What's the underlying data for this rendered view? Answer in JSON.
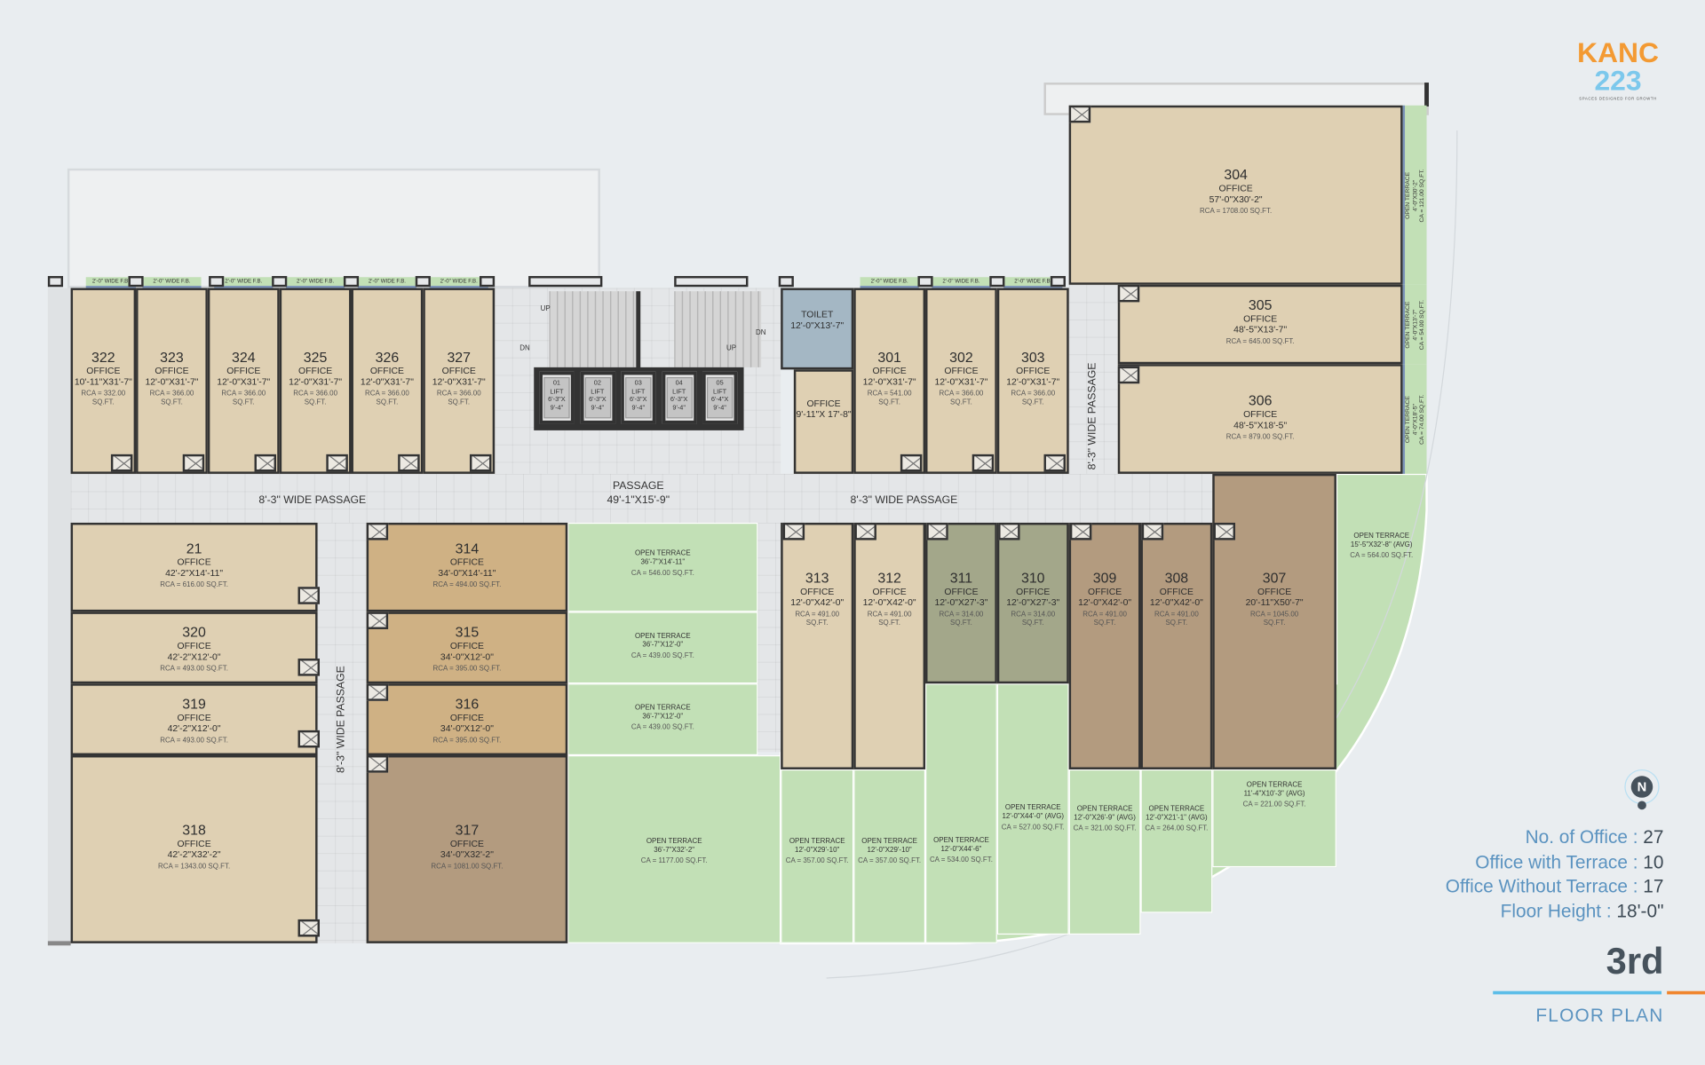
{
  "brand": {
    "name": "KANC",
    "number": "223",
    "tagline": "SPACES DESIGNED FOR GROWTH",
    "primary": "#f39a33",
    "secondary": "#7cc8ec"
  },
  "summary": [
    {
      "label": "No. of Office :",
      "value": "27"
    },
    {
      "label": "Office with Terrace :",
      "value": "10"
    },
    {
      "label": "Office Without Terrace :",
      "value": "17"
    },
    {
      "label": "Floor Height :",
      "value": "18'-0\""
    }
  ],
  "floor": {
    "name": "3rd",
    "subtitle": "FLOOR PLAN"
  },
  "north": "N",
  "rooms": [
    {
      "id": "322",
      "label": "OFFICE",
      "size": "10'-11\"X31'-7\"",
      "area": "RCA = 332.00 SQ.FT."
    },
    {
      "id": "323",
      "label": "OFFICE",
      "size": "12'-0\"X31'-7\"",
      "area": "RCA = 366.00 SQ.FT."
    },
    {
      "id": "324",
      "label": "OFFICE",
      "size": "12'-0\"X31'-7\"",
      "area": "RCA = 366.00 SQ.FT."
    },
    {
      "id": "325",
      "label": "OFFICE",
      "size": "12'-0\"X31'-7\"",
      "area": "RCA = 366.00 SQ.FT."
    },
    {
      "id": "326",
      "label": "OFFICE",
      "size": "12'-0\"X31'-7\"",
      "area": "RCA = 366.00 SQ.FT."
    },
    {
      "id": "327",
      "label": "OFFICE",
      "size": "12'-0\"X31'-7\"",
      "area": "RCA = 366.00 SQ.FT."
    },
    {
      "id": "",
      "label": "TOILET",
      "size": "12'-0\"X13'-7\"",
      "area": ""
    },
    {
      "id": "",
      "label": "OFFICE",
      "size": "9'-11\"X 17'-8\"",
      "area": ""
    },
    {
      "id": "301",
      "label": "OFFICE",
      "size": "12'-0\"X31'-7\"",
      "area": "RCA = 541.00 SQ.FT."
    },
    {
      "id": "302",
      "label": "OFFICE",
      "size": "12'-0\"X31'-7\"",
      "area": "RCA = 366.00 SQ.FT."
    },
    {
      "id": "303",
      "label": "OFFICE",
      "size": "12'-0\"X31'-7\"",
      "area": "RCA = 366.00 SQ.FT."
    },
    {
      "id": "304",
      "label": "OFFICE",
      "size": "57'-0\"X30'-2\"",
      "area": "RCA = 1708.00 SQ.FT."
    },
    {
      "id": "305",
      "label": "OFFICE",
      "size": "48'-5\"X13'-7\"",
      "area": "RCA = 645.00 SQ.FT."
    },
    {
      "id": "306",
      "label": "OFFICE",
      "size": "48'-5\"X18'-5\"",
      "area": "RCA = 879.00 SQ.FT."
    },
    {
      "id": "21",
      "label": "OFFICE",
      "size": "42'-2\"X14'-11\"",
      "area": "RCA = 616.00 SQ.FT."
    },
    {
      "id": "320",
      "label": "OFFICE",
      "size": "42'-2\"X12'-0\"",
      "area": "RCA = 493.00 SQ.FT."
    },
    {
      "id": "319",
      "label": "OFFICE",
      "size": "42'-2\"X12'-0\"",
      "area": "RCA = 493.00 SQ.FT."
    },
    {
      "id": "318",
      "label": "OFFICE",
      "size": "42'-2\"X32'-2\"",
      "area": "RCA = 1343.00 SQ.FT."
    },
    {
      "id": "314",
      "label": "OFFICE",
      "size": "34'-0\"X14'-11\"",
      "area": "RCA = 494.00 SQ.FT."
    },
    {
      "id": "315",
      "label": "OFFICE",
      "size": "34'-0\"X12'-0\"",
      "area": "RCA = 395.00 SQ.FT."
    },
    {
      "id": "316",
      "label": "OFFICE",
      "size": "34'-0\"X12'-0\"",
      "area": "RCA = 395.00 SQ.FT."
    },
    {
      "id": "317",
      "label": "OFFICE",
      "size": "34'-0\"X32'-2\"",
      "area": "RCA = 1081.00 SQ.FT."
    },
    {
      "id": "313",
      "label": "OFFICE",
      "size": "12'-0\"X42'-0\"",
      "area": "RCA = 491.00 SQ.FT."
    },
    {
      "id": "312",
      "label": "OFFICE",
      "size": "12'-0\"X42'-0\"",
      "area": "RCA = 491.00 SQ.FT."
    },
    {
      "id": "311",
      "label": "OFFICE",
      "size": "12'-0\"X27'-3\"",
      "area": "RCA = 314.00 SQ.FT."
    },
    {
      "id": "310",
      "label": "OFFICE",
      "size": "12'-0\"X27'-3\"",
      "area": "RCA = 314.00 SQ.FT."
    },
    {
      "id": "309",
      "label": "OFFICE",
      "size": "12'-0\"X42'-0\"",
      "area": "RCA = 491.00 SQ.FT."
    },
    {
      "id": "308",
      "label": "OFFICE",
      "size": "12'-0\"X42'-0\"",
      "area": "RCA = 491.00 SQ.FT."
    },
    {
      "id": "307",
      "label": "OFFICE",
      "size": "20'-11\"X50'-7\"",
      "area": "RCA = 1045.00 SQ.FT."
    }
  ],
  "terraces": [
    {
      "label": "OPEN TERRACE",
      "size": "36'-7\"X14'-11\"",
      "area": "CA = 546.00 SQ.FT."
    },
    {
      "label": "OPEN TERRACE",
      "size": "36'-7\"X12'-0\"",
      "area": "CA = 439.00 SQ.FT."
    },
    {
      "label": "OPEN TERRACE",
      "size": "36'-7\"X12'-0\"",
      "area": "CA = 439.00 SQ.FT."
    },
    {
      "label": "OPEN TERRACE",
      "size": "36'-7\"X32'-2\"",
      "area": "CA = 1177.00 SQ.FT."
    },
    {
      "label": "OPEN TERRACE",
      "size": "12'-0\"X29'-10\"",
      "area": "CA = 357.00 SQ.FT."
    },
    {
      "label": "OPEN TERRACE",
      "size": "12'-0\"X29'-10\"",
      "area": "CA = 357.00 SQ.FT."
    },
    {
      "label": "OPEN TERRACE",
      "size": "12'-0\"X44'-6\"",
      "area": "CA = 534.00 SQ.FT."
    },
    {
      "label": "OPEN TERRACE",
      "size": "12'-0\"X44'-0\" (AVG)",
      "area": "CA = 527.00 SQ.FT."
    },
    {
      "label": "OPEN TERRACE",
      "size": "12'-0\"X26'-9\" (AVG)",
      "area": "CA = 321.00 SQ.FT."
    },
    {
      "label": "OPEN TERRACE",
      "size": "12'-0\"X21'-1\" (AVG)",
      "area": "CA = 264.00 SQ.FT."
    },
    {
      "label": "OPEN TERRACE",
      "size": "11'-4\"X10'-3\" (AVG)",
      "area": "CA = 221.00 SQ.FT."
    },
    {
      "label": "OPEN TERRACE",
      "size": "15'-5\"X32'-8\" (AVG)",
      "area": "CA = 564.00 SQ.FT."
    }
  ],
  "side_terraces": [
    {
      "label": "OPEN TERRACE",
      "size": "4'-0\"X30'-2\"",
      "area": "CA = 121.00 SQ.FT."
    },
    {
      "label": "OPEN TERRACE",
      "size": "4'-0\"X13'-7\"",
      "area": "CA = 54.00 SQ.FT."
    },
    {
      "label": "OPEN TERRACE",
      "size": "4'-0\"X18'-5\"",
      "area": "CA = 74.00 SQ.FT."
    }
  ],
  "flower_beds": [
    "2'-0\" WIDE F.B.",
    "2'-0\" WIDE F.B.",
    "2'-0\" WIDE F.B.",
    "2'-0\" WIDE F.B.",
    "2'-0\" WIDE F.B.",
    "2'-0\" WIDE F.B.",
    "2'-0\" WIDE F.B.",
    "2'-0\" WIDE F.B.",
    "2'-0\" WIDE F.B."
  ],
  "passages": [
    "8'-3\" WIDE PASSAGE",
    "8'-3\" WIDE PASSAGE",
    "8'-3\" WIDE PASSAGE",
    "8'-3\" WIDE PASSAGE"
  ],
  "central_passage": {
    "label": "PASSAGE",
    "size": "49'-1\"X15'-9\""
  },
  "lifts": [
    {
      "no": "01",
      "label": "LIFT",
      "size": "6'-3\"X 9'-4\""
    },
    {
      "no": "02",
      "label": "LIFT",
      "size": "6'-3\"X 9'-4\""
    },
    {
      "no": "03",
      "label": "LIFT",
      "size": "6'-3\"X 9'-4\""
    },
    {
      "no": "04",
      "label": "LIFT",
      "size": "6'-3\"X 9'-4\""
    },
    {
      "no": "05",
      "label": "LIFT",
      "size": "6'-4\"X 9'-4\""
    }
  ],
  "stairs": [
    "UP",
    "DN",
    "DN",
    "UP"
  ]
}
